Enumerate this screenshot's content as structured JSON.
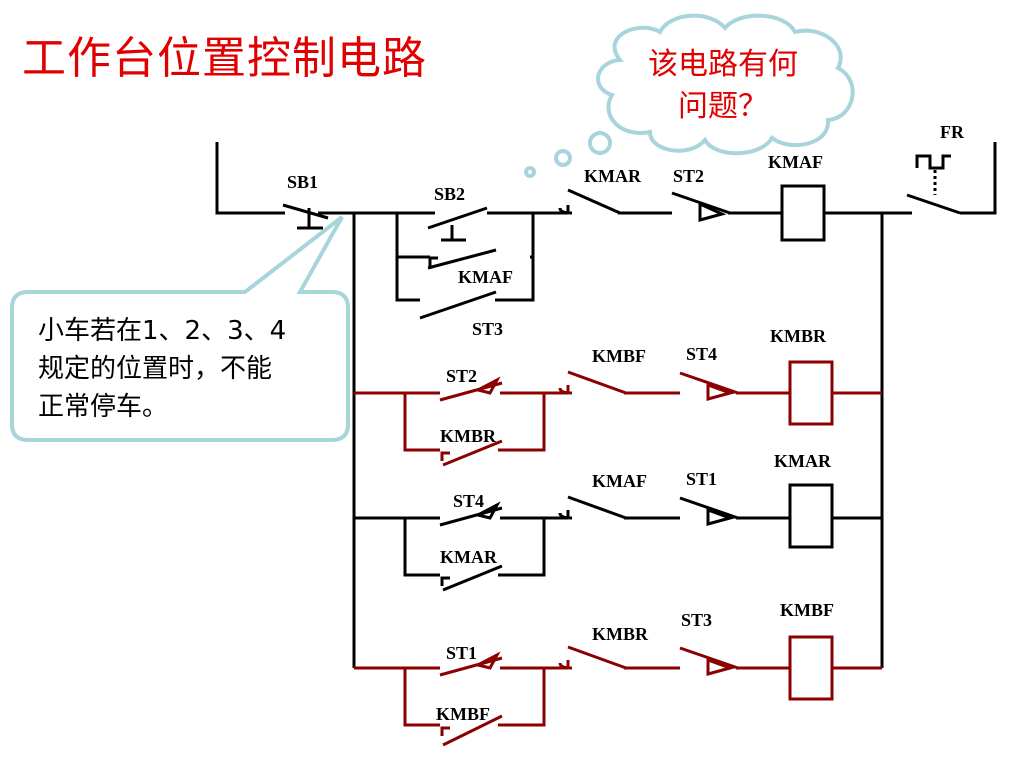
{
  "title": "工作台位置控制电路",
  "question": {
    "line1": "该电路有何",
    "line2": "问题？"
  },
  "callout": {
    "line1": "小车若在1、2、3、4",
    "line2": "规定的位置时，不能",
    "line3": "正常停车。"
  },
  "labels": {
    "fr": "FR",
    "sb1": "SB1",
    "sb2": "SB2",
    "kmaf_hold": "KMAF",
    "st3_top": "ST3",
    "kmar_il1": "KMAR",
    "st2_lim1": "ST2",
    "kmaf_coil": "KMAF",
    "st2_r2": "ST2",
    "kmbr_hold": "KMBR",
    "kmbf_il2": "KMBF",
    "st4_lim2": "ST4",
    "kmbr_coil": "KMBR",
    "st4_r3": "ST4",
    "kmar_hold": "KMAR",
    "kmaf_il3": "KMAF",
    "st1_lim3": "ST1",
    "kmar_coil": "KMAR",
    "st1_r4": "ST1",
    "kmbf_hold": "KMBF",
    "kmbr_il4": "KMBR",
    "st3_lim4": "ST3",
    "kmbf_coil": "KMBF"
  },
  "colors": {
    "title": "#e00000",
    "wire_black": "#000000",
    "wire_red": "#8b0000",
    "callout_border": "#a8d4dc"
  }
}
